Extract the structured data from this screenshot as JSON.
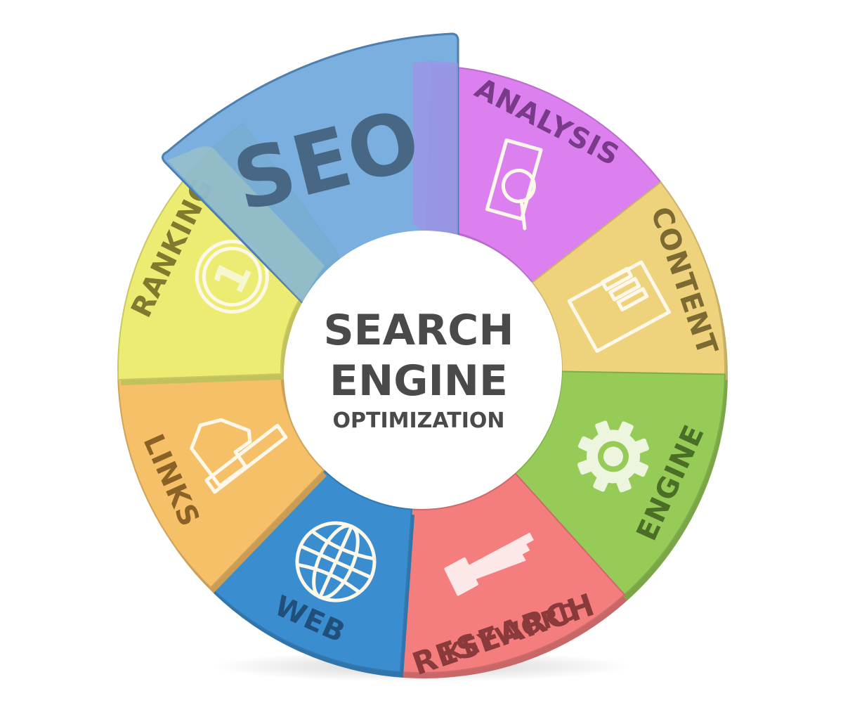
{
  "center": {
    "line1": "SEARCH",
    "line2": "ENGINE",
    "line3": "OPTIMIZATION"
  },
  "seo_tab": {
    "label": "SEO",
    "color": "#6fa8dc"
  },
  "segments": [
    {
      "id": "analysis",
      "label": "ANALYSIS",
      "icon": "magnifier-document-icon",
      "color": "#dc80f0",
      "text_color": "#7a3a8a"
    },
    {
      "id": "content",
      "label": "CONTENT",
      "icon": "document-icon",
      "color": "#eed27c",
      "text_color": "#7d6a33"
    },
    {
      "id": "engine",
      "label": "ENGINE",
      "icon": "gear-icon",
      "color": "#96cb58",
      "text_color": "#4b6e27"
    },
    {
      "id": "keyword-research",
      "label_line1": "KEYWORD",
      "label_line2": "RESEARCH",
      "icon": "key-icon",
      "color": "#f47d7d",
      "text_color": "#8a3a3a"
    },
    {
      "id": "web",
      "label": "WEB",
      "icon": "globe-icon",
      "color": "#3a8ecf",
      "text_color": "#1f4f7a"
    },
    {
      "id": "links",
      "label": "LINKS",
      "icon": "pointing-hand-icon",
      "color": "#f6c069",
      "text_color": "#8a6225"
    },
    {
      "id": "ranking",
      "label": "RANKING",
      "icon": "number-one-medal-icon",
      "color": "#ecec72",
      "text_color": "#7f7a2e",
      "icon_text": "1"
    }
  ]
}
